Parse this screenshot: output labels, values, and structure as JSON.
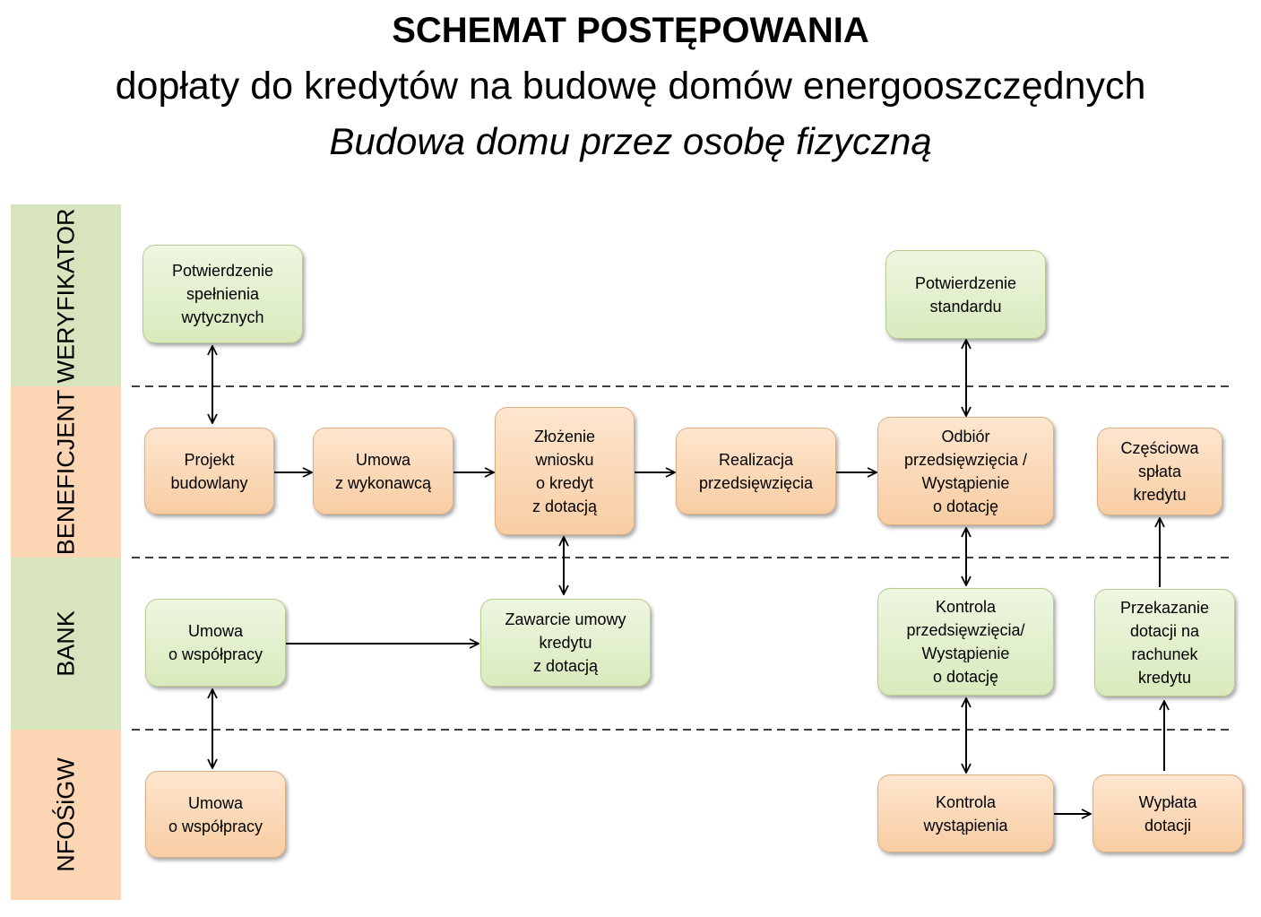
{
  "title": {
    "line1": "SCHEMAT POSTĘPOWANIA",
    "line2": "dopłaty do kredytów na budowę domów energooszczędnych",
    "line3": "Budowa domu przez osobę fizyczną"
  },
  "lanes": [
    "WERYFIKATOR",
    "BENEFICJENT",
    "BANK",
    "NFOŚiGW"
  ],
  "boxes": {
    "v1": "Potwierdzenie\nspełnienia\nwytycznych",
    "v2": "Potwierdzenie\nstandardu",
    "b1": "Projekt\nbudowlany",
    "b2": "Umowa\nz wykonawcą",
    "b3": "Złożenie\nwniosku\no kredyt\nz dotacją",
    "b4": "Realizacja\nprzedsięwzięcia",
    "b5": "Odbiór\nprzedsięwzięcia /\nWystąpienie\no dotację",
    "b6": "Częściowa\nspłata\nkredytu",
    "k1": "Umowa\no współpracy",
    "k2": "Zawarcie umowy\nkredytu\nz dotacją",
    "k3": "Kontrola\nprzedsięwzięcia/\nWystąpienie\no dotację",
    "k4": "Przekazanie\ndotacji na\nrachunek\nkredytu",
    "n1": "Umowa\no współpracy",
    "n2": "Kontrola\nwystąpienia",
    "n3": "Wypłata\ndotacji"
  },
  "colors": {
    "lane_green": "#d7e4bd",
    "lane_orange": "#fcd5b5"
  }
}
